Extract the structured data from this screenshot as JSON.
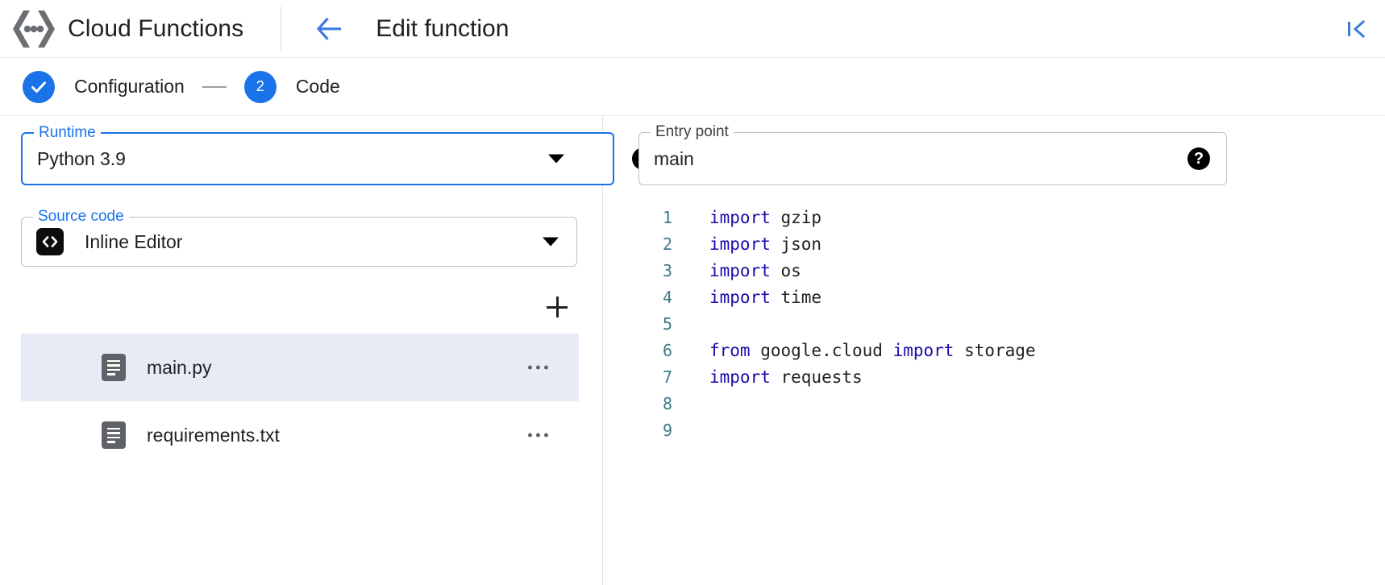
{
  "header": {
    "logo_icon": "cloud-functions-logo-icon",
    "app_title": "Cloud Functions",
    "back_icon": "back-arrow-icon",
    "page_title": "Edit function",
    "collapse_icon": "collapse-panel-icon"
  },
  "stepper": {
    "steps": [
      {
        "marker": "check",
        "label": "Configuration",
        "state": "complete"
      },
      {
        "marker": "2",
        "label": "Code",
        "state": "active"
      }
    ],
    "accent_color": "#1a73e8"
  },
  "runtime": {
    "legend": "Runtime",
    "value": "Python 3.9",
    "focused": true,
    "dropdown_icon": "chevron-down-icon",
    "help_icon": "help-icon",
    "help_glyph": "?"
  },
  "entry_point": {
    "legend": "Entry point",
    "value": "main",
    "focused": false,
    "help_icon": "help-icon",
    "help_glyph": "?"
  },
  "source_code": {
    "legend": "Source code",
    "value": "Inline Editor",
    "chip_icon": "code-brackets-icon",
    "dropdown_icon": "chevron-down-icon",
    "add_button_icon": "plus-icon",
    "files": [
      {
        "name": "main.py",
        "icon": "file-icon",
        "menu_icon": "more-options-icon",
        "selected": true
      },
      {
        "name": "requirements.txt",
        "icon": "file-icon",
        "menu_icon": "more-options-icon",
        "selected": false
      }
    ]
  },
  "editor": {
    "lines": [
      {
        "n": "1",
        "tokens": [
          {
            "t": "import",
            "k": true
          },
          {
            "t": " gzip",
            "k": false
          }
        ]
      },
      {
        "n": "2",
        "tokens": [
          {
            "t": "import",
            "k": true
          },
          {
            "t": " json",
            "k": false
          }
        ]
      },
      {
        "n": "3",
        "tokens": [
          {
            "t": "import",
            "k": true
          },
          {
            "t": " os",
            "k": false
          }
        ]
      },
      {
        "n": "4",
        "tokens": [
          {
            "t": "import",
            "k": true
          },
          {
            "t": " time",
            "k": false
          }
        ]
      },
      {
        "n": "5",
        "tokens": []
      },
      {
        "n": "6",
        "tokens": [
          {
            "t": "from",
            "k": true
          },
          {
            "t": " google.cloud ",
            "k": false
          },
          {
            "t": "import",
            "k": true
          },
          {
            "t": " storage",
            "k": false
          }
        ]
      },
      {
        "n": "7",
        "tokens": [
          {
            "t": "import",
            "k": true
          },
          {
            "t": " requests",
            "k": false
          }
        ]
      },
      {
        "n": "8",
        "tokens": []
      },
      {
        "n": "9",
        "tokens": []
      }
    ],
    "keyword_color": "#1a0dab",
    "linenumber_color": "#3d7b86"
  }
}
